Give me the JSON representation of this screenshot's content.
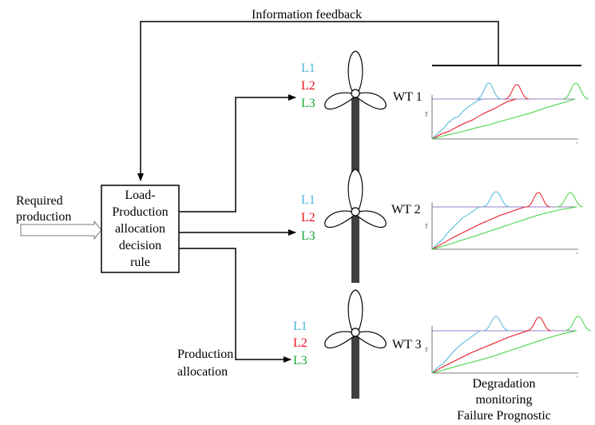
{
  "colors": {
    "l1": "#4ab5d6",
    "l2": "#e8121c",
    "l3": "#18a836",
    "green_line": "#3fd33f",
    "threshold": "#9b7cc4",
    "tower": "#404040"
  },
  "top_label": "Information feedback",
  "input": {
    "line1": "Required",
    "line2": "production"
  },
  "decision_box": {
    "lines": [
      "Load-",
      "Production",
      "allocation",
      "decision",
      "rule"
    ]
  },
  "production_label": {
    "line1": "Production",
    "line2": "allocation"
  },
  "turbines": [
    {
      "name": "WT 1",
      "levels": [
        "L1",
        "L2",
        "L3"
      ],
      "plot_ylabel": "X(t)",
      "plot_xlabel": "t"
    },
    {
      "name": "WT 2",
      "levels": [
        "L1",
        "L2",
        "L3"
      ],
      "plot_ylabel": "X(t)",
      "plot_xlabel": "t"
    },
    {
      "name": "WT 3",
      "levels": [
        "L1",
        "L2",
        "L3"
      ],
      "plot_ylabel": "X(t)",
      "plot_xlabel": "t"
    }
  ],
  "bottom_label": {
    "line1": "Degradation",
    "line2": "monitoring",
    "line3": "Failure Prognostic"
  }
}
